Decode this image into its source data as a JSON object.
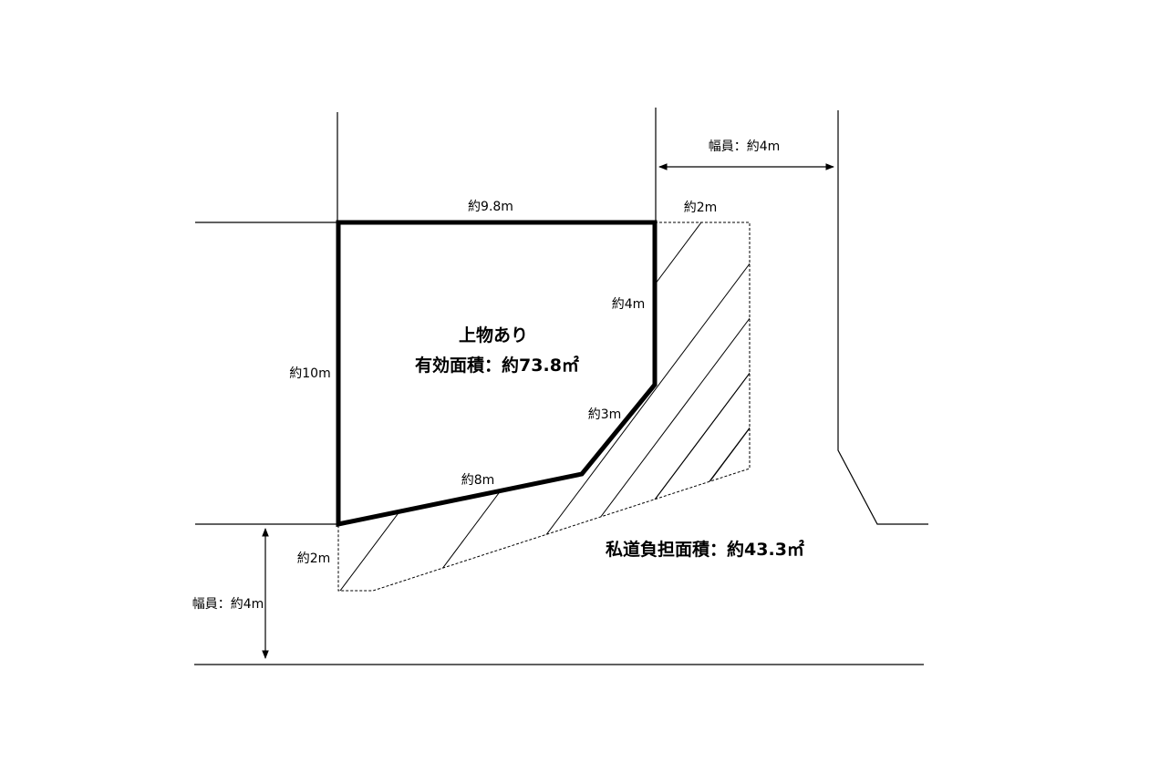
{
  "labels": {
    "top_width": "約9.8m",
    "right_upper": "約4m",
    "right_diag": "約3m",
    "bottom_edge": "約8m",
    "left_height": "約10m",
    "setback_top": "約2m",
    "setback_left": "約2m",
    "road_top_width": "幅員：約4m",
    "road_left_width": "幅員：約4m"
  },
  "lot": {
    "line1": "上物あり",
    "line2": "有効面積：約73.8㎡"
  },
  "private_road": {
    "text": "私道負担面積：約43.3㎡"
  }
}
